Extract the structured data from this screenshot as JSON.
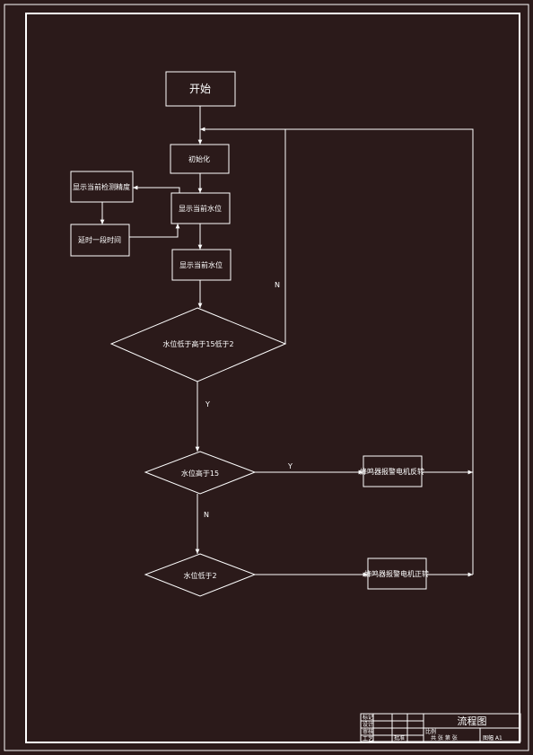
{
  "diagram": {
    "nodes": {
      "start": "开始",
      "init": "初始化",
      "show_cur_water": "显示当前水位",
      "show_water": "显示当前水位",
      "show_detect": "显示当前检测精度",
      "delay": "延时一段时间",
      "decision_range": "水位低于高于15低于2",
      "decision_high": "水位高于15",
      "decision_low": "水位低于2",
      "alarm_high": "蜂鸣器报警电机反转",
      "alarm_low": "蜂鸣器报警电机正转"
    },
    "edge_labels": {
      "loop_no": "N",
      "range_yes": "Y",
      "high_yes": "Y",
      "high_no": "N"
    }
  },
  "title_block": {
    "title": "流程图",
    "row_labels": [
      "标记",
      "设计",
      "审核",
      "工艺"
    ],
    "scale_label": "比例",
    "sheet_label": "共 张 第 张",
    "size_label": "图幅 A1",
    "approve_label": "批准"
  },
  "colors": {
    "background": "#2b1a1a",
    "line": "#ffffff"
  }
}
